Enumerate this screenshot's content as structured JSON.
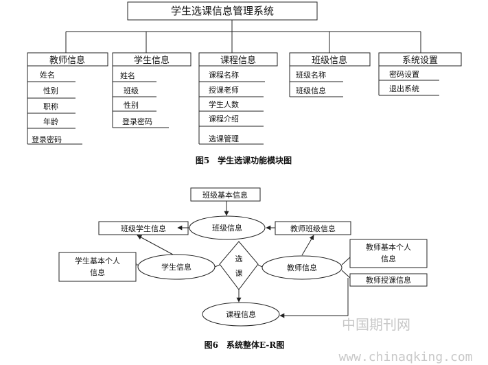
{
  "top_title": "学生选课信息管理系统",
  "modules": [
    {
      "label": "教师信息",
      "items": [
        "姓名",
        "性别",
        "职称",
        "年龄",
        "登录密码"
      ]
    },
    {
      "label": "学生信息",
      "items": [
        "姓名",
        "班级",
        "性别",
        "登录密码"
      ]
    },
    {
      "label": "课程信息",
      "items": [
        "课程名称",
        "授课老师",
        "学生人数",
        "课程介绍",
        "选课管理"
      ]
    },
    {
      "label": "班级信息",
      "items": [
        "班级名称",
        "班级信息"
      ]
    },
    {
      "label": "系统设置",
      "items": [
        "密码设置",
        "退出系统"
      ]
    }
  ],
  "caption1": "图5　学生选课功能模块图",
  "er": {
    "class_basic": "班级基本信息",
    "class_student": "班级学生信息",
    "class_info": "班级信息",
    "teacher_class": "教师班级信息",
    "student_basic": [
      "学生基本个人",
      "信息"
    ],
    "student_info": "学生信息",
    "select_line1": "选",
    "select_line2": "课",
    "teacher_info": "教师信息",
    "teacher_basic": [
      "教师基本个人",
      "信息"
    ],
    "teacher_teach": "教师授课信息",
    "course_info": "课程信息"
  },
  "caption2": "图6　系统整体E-R图",
  "watermark": {
    "cn": "中国期刊网",
    "url": "www.chinaqking.com"
  }
}
